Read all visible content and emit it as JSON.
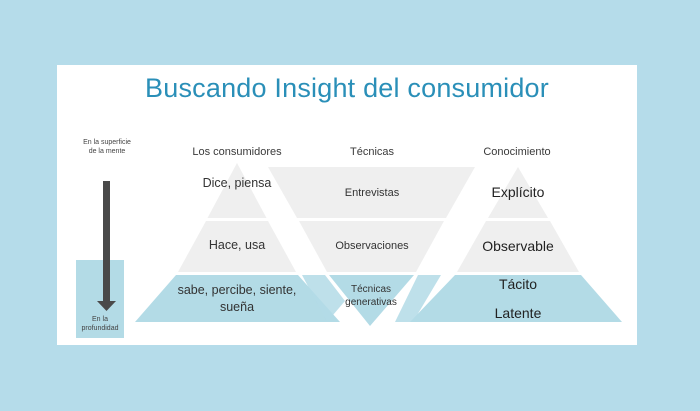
{
  "title": "Buscando Insight del consumidor",
  "colors": {
    "background": "#b5dcea",
    "slide": "#ffffff",
    "title": "#2a8fb8",
    "light_band": "#efefef",
    "deep_band": "#b3dbe6",
    "arrow": "#4a4a4a"
  },
  "depth_axis": {
    "top_label": "En la superficie de la mente",
    "bottom_label": "En la profundidad"
  },
  "columns": [
    {
      "header": "Los consumidores",
      "shape": "pyramid",
      "levels": [
        "Dice, piensa",
        "Hace, usa",
        "sabe, percibe, siente, sueña"
      ]
    },
    {
      "header": "Técnicas",
      "shape": "inverted-triangle",
      "levels": [
        "Entrevistas",
        "Observaciones",
        "Técnicas generativas"
      ]
    },
    {
      "header": "Conocimiento",
      "shape": "pyramid",
      "levels": [
        "Explícito",
        "Observable",
        "Tácito",
        "Latente"
      ]
    }
  ]
}
